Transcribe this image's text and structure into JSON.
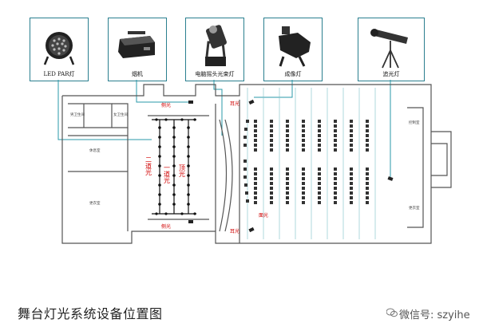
{
  "devices": [
    {
      "id": "led-par",
      "label": "LED PAR灯",
      "icon": "led-par-light-icon"
    },
    {
      "id": "fog",
      "label": "烟机",
      "icon": "fog-machine-icon"
    },
    {
      "id": "moving-head",
      "label": "电脑摇头光束灯",
      "icon": "moving-head-light-icon"
    },
    {
      "id": "profile",
      "label": "成像灯",
      "icon": "profile-spotlight-icon"
    },
    {
      "id": "follow",
      "label": "追光灯",
      "icon": "follow-spotlight-icon"
    }
  ],
  "plan": {
    "side_light_top": "侧光",
    "side_light_bottom": "侧光",
    "ear_light_top": "耳光",
    "ear_light_bottom": "耳光",
    "face_light": "面光",
    "pipe_2": "二道光",
    "pipe_1": "一道光",
    "face_pipe": "顶光",
    "room_labels": [
      "男卫生间",
      "女卫生间",
      "休息室",
      "更衣室",
      "控制室",
      "更衣室"
    ]
  },
  "caption": "舞台灯光系统设备位置图",
  "watermark": "微信号: szyihe",
  "colors": {
    "line": "#2a9aa8",
    "red": "#d00000",
    "wall": "#555555"
  }
}
